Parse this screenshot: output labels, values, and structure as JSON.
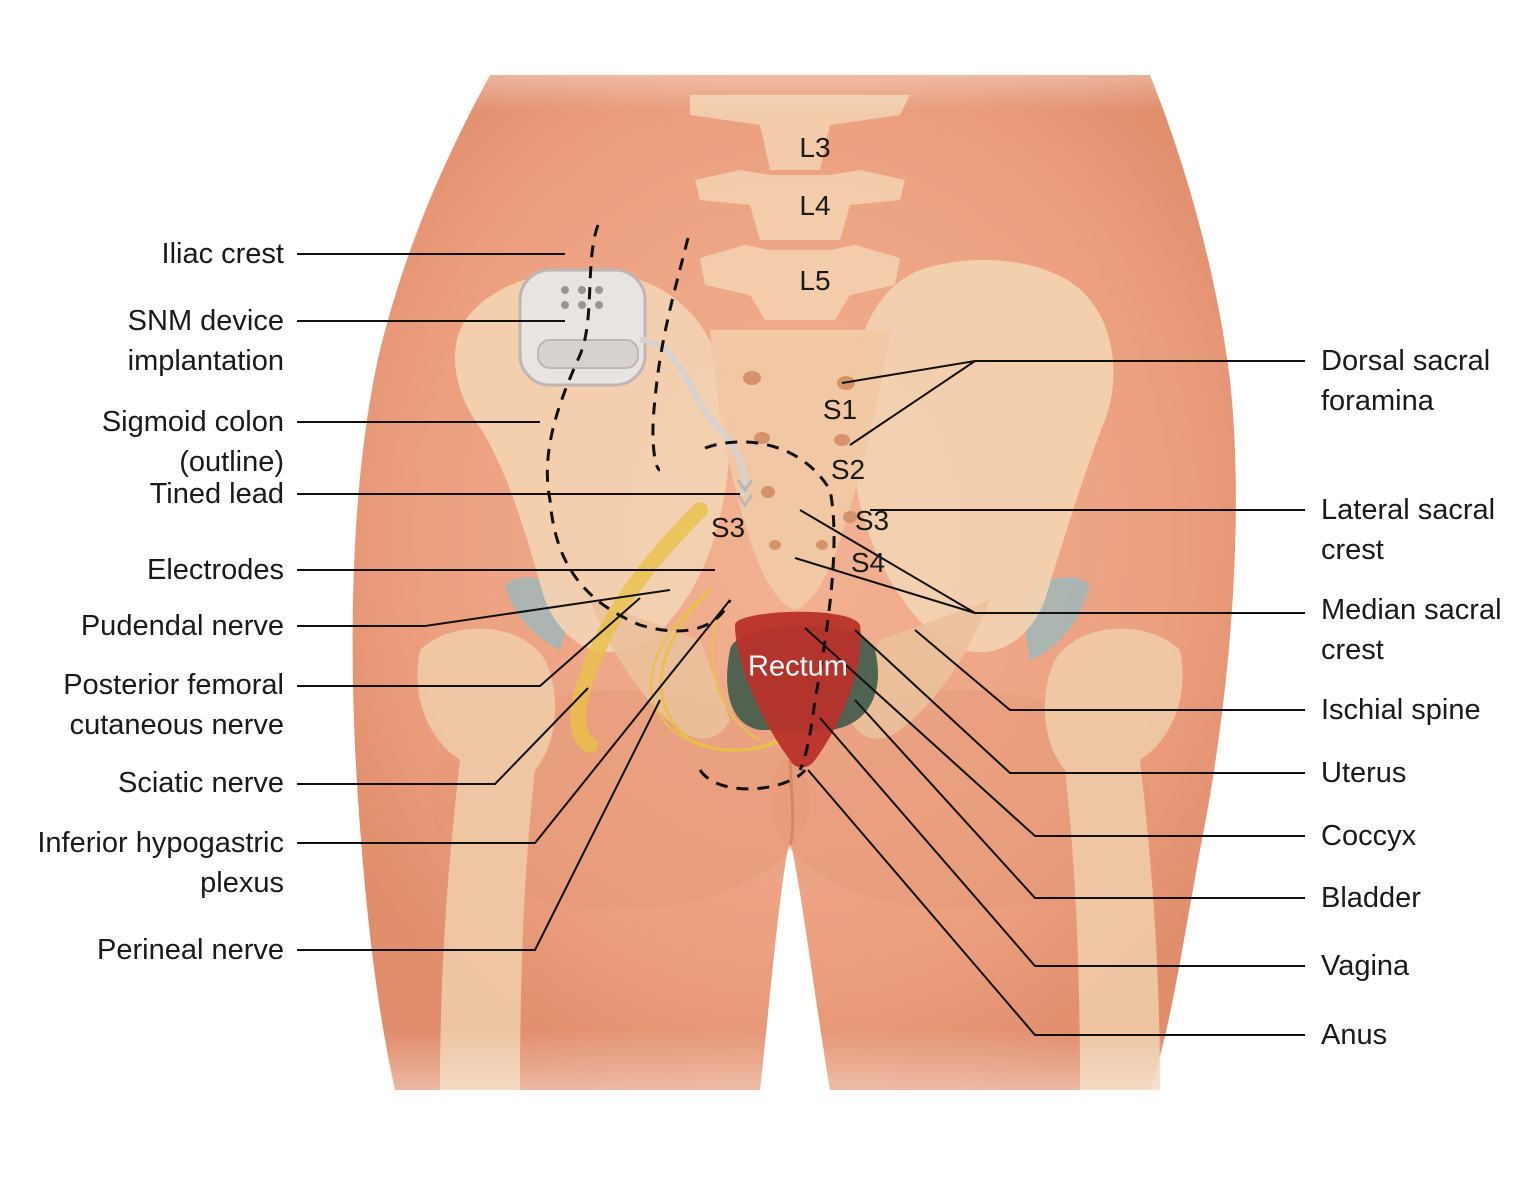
{
  "vertebrae": {
    "l3": "L3",
    "l4": "L4",
    "l5": "L5",
    "s1": "S1",
    "s2": "S2",
    "s3_right": "S3",
    "s3_left": "S3",
    "s4": "S4"
  },
  "organs": {
    "rectum": "Rectum"
  },
  "left_labels": {
    "iliac_crest": "Iliac crest",
    "snm_device_1": "SNM device",
    "snm_device_2": "implantation",
    "sigmoid_colon_1": "Sigmoid colon",
    "sigmoid_colon_2": "(outline)",
    "tined_lead": "Tined lead",
    "electrodes": "Electrodes",
    "pudendal_nerve": "Pudendal nerve",
    "posterior_femoral_1": "Posterior femoral",
    "posterior_femoral_2": "cutaneous nerve",
    "sciatic_nerve": "Sciatic nerve",
    "inferior_hypogastric_1": "Inferior hypogastric",
    "inferior_hypogastric_2": "plexus",
    "perineal_nerve": "Perineal nerve"
  },
  "right_labels": {
    "dorsal_sacral_1": "Dorsal sacral",
    "dorsal_sacral_2": "foramina",
    "lateral_sacral_1": "Lateral sacral",
    "lateral_sacral_2": "crest",
    "median_sacral_1": "Median sacral",
    "median_sacral_2": "crest",
    "ischial_spine": "Ischial spine",
    "uterus": "Uterus",
    "coccyx": "Coccyx",
    "bladder": "Bladder",
    "vagina": "Vagina",
    "anus": "Anus"
  },
  "colors": {
    "skin": "#eda584",
    "skin_shadow": "#d9805d",
    "bone": "#f3d3b2",
    "bone_shade": "#e4b892",
    "rectum": "#b8322a",
    "uterus": "#3f5a4a",
    "nerve": "#e8c04a",
    "cartilage": "#9fb7b8",
    "device": "#e8e4e2",
    "leader": "#111111"
  }
}
